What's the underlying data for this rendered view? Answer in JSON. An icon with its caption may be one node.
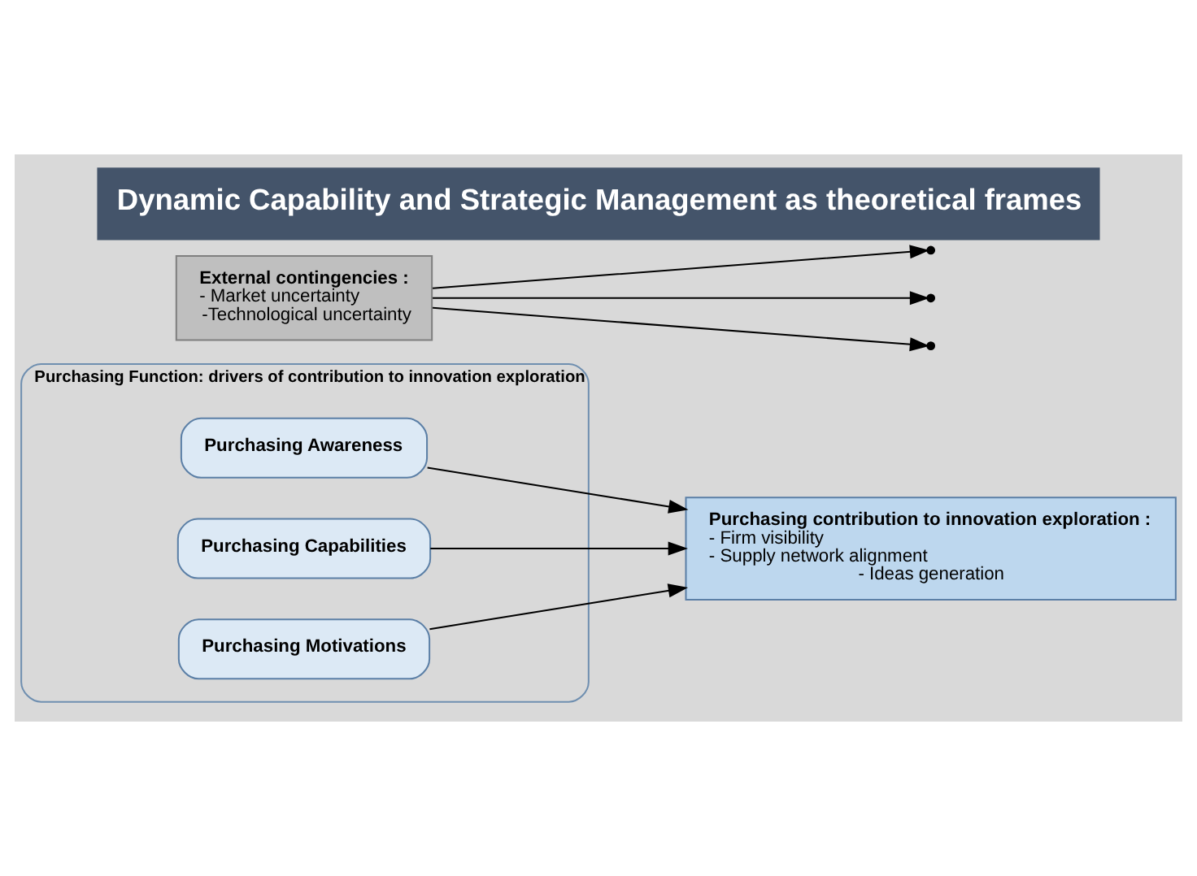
{
  "diagram": {
    "title": "Dynamic Capability and Strategic Management as theoretical frames",
    "nodes": [
      {
        "text": [
          "Purchasing Function: drivers of contribution to innovation exploration"
        ]
      },
      {
        "text": [
          "Purchasing Awareness"
        ],
        "in": 0
      },
      {
        "text": [
          "Purchasing Capabilities"
        ],
        "in": 0
      },
      {
        "text": [
          "Purchasing Motivations"
        ],
        "in": 0
      },
      {
        "text": [
          "Purchasing contribution to innovation exploration :",
          "- Firm visibility",
          "- Supply network alignment",
          "- Ideas generation"
        ]
      },
      {
        "text": [
          "External contingencies :",
          "- Market uncertainty",
          "-Technological uncertainty"
        ]
      }
    ],
    "edges": [
      {
        "from": 1,
        "to": 4,
        "arrow": "to"
      },
      {
        "from": 2,
        "to": 4,
        "arrow": "to"
      },
      {
        "from": 3,
        "to": 4,
        "arrow": "to"
      },
      {
        "from": 5,
        "to": null,
        "arrow": "to"
      },
      {
        "from": 5,
        "to": null,
        "arrow": "to"
      },
      {
        "from": 5,
        "to": null,
        "arrow": "to"
      }
    ]
  }
}
